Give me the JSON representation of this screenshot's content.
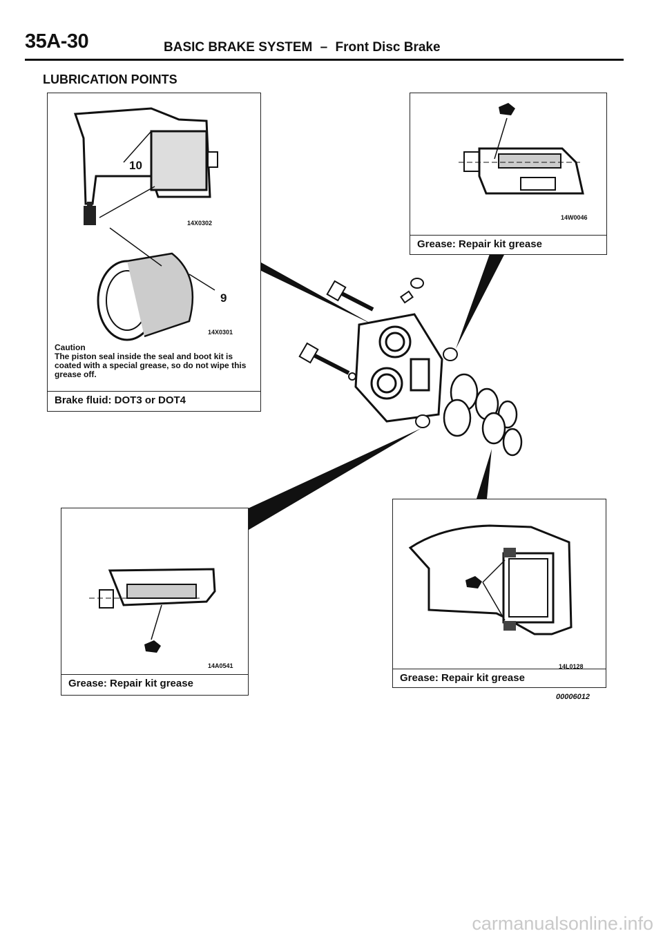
{
  "header": {
    "page_code": "35A-30",
    "title": "BASIC BRAKE SYSTEM",
    "title_sep": "–",
    "subtitle": "Front Disc Brake"
  },
  "section_title": "LUBRICATION POINTS",
  "panels": {
    "top_left": {
      "callout_10": "10",
      "callout_9": "9",
      "code_upper": "14X0302",
      "code_lower": "14X0301",
      "caution_title": "Caution",
      "caution_text": "The piston seal inside the seal and boot kit is coated with a special grease, so do not wipe this grease off.",
      "caption": "Brake fluid: DOT3 or DOT4"
    },
    "top_right": {
      "code": "14W0046",
      "caption": "Grease: Repair kit grease"
    },
    "bottom_left": {
      "code": "14A0541",
      "caption": "Grease: Repair kit grease"
    },
    "bottom_right": {
      "code": "14L0128",
      "caption": "Grease: Repair kit grease"
    }
  },
  "document_code": "00006012",
  "watermark": "carmanualsonline.info"
}
